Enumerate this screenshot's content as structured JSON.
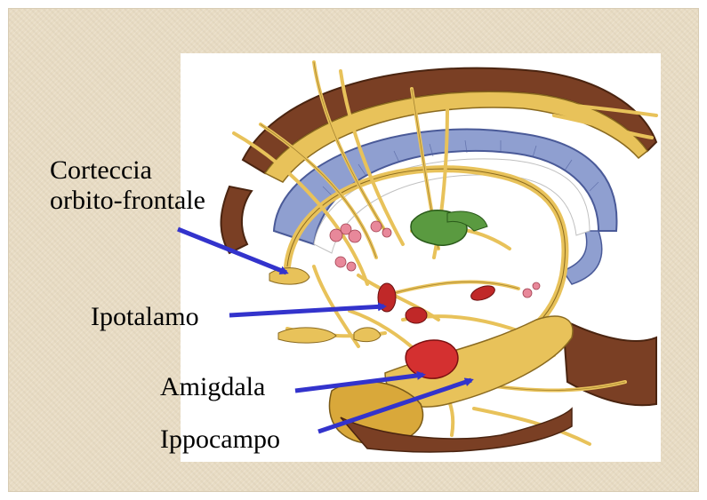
{
  "labels": {
    "corteccia_line1": "Corteccia",
    "corteccia_line2": "orbito-frontale",
    "ipotalamo": "Ipotalamo",
    "amigdala": "Amigdala",
    "ippocampo": "Ippocampo"
  },
  "colors": {
    "background": "#e8dcc4",
    "arrow": "#3333cc",
    "nerve": "#e8c25a",
    "ventricle": "#8f9fd0",
    "cortex": "#7a3f24",
    "red_nuclei": "#d43030",
    "green_body": "#5a9a40"
  },
  "illustration": {
    "name": "limbic-system-illustration"
  }
}
